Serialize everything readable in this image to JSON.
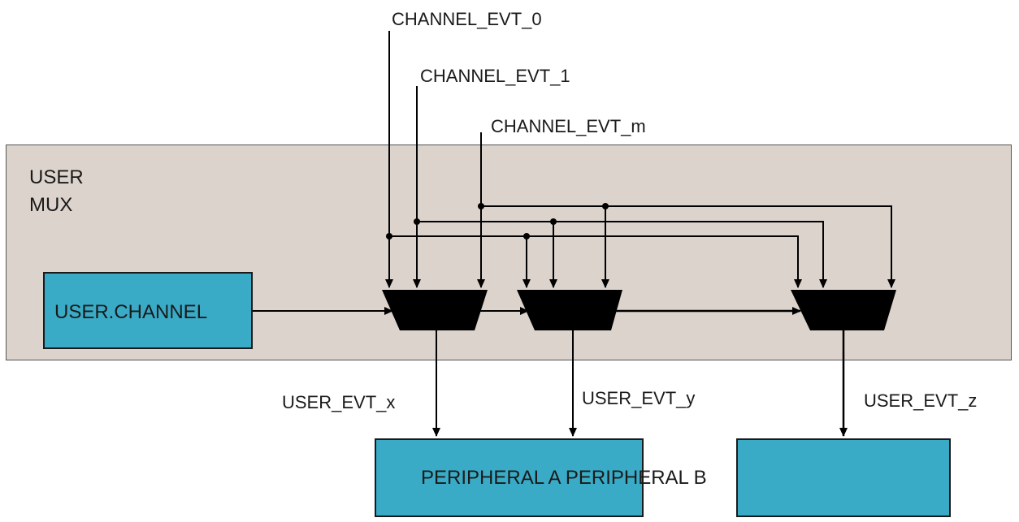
{
  "region": {
    "title_line1": "USER",
    "title_line2": "MUX"
  },
  "inputs": {
    "channel_evt_0": "CHANNEL_EVT_0",
    "channel_evt_1": "CHANNEL_EVT_1",
    "channel_evt_m": "CHANNEL_EVT_m"
  },
  "blocks": {
    "user_channel": "USER.CHANNEL",
    "peripherals_label": "PERIPHERAL A PERIPHERAL B"
  },
  "outputs": {
    "user_evt_x": "USER_EVT_x",
    "user_evt_y": "USER_EVT_y",
    "user_evt_z": "USER_EVT_z"
  },
  "colors": {
    "region_fill": "#dcd3cc",
    "block_fill": "#3aabc6",
    "mux_fill": "#000000"
  }
}
